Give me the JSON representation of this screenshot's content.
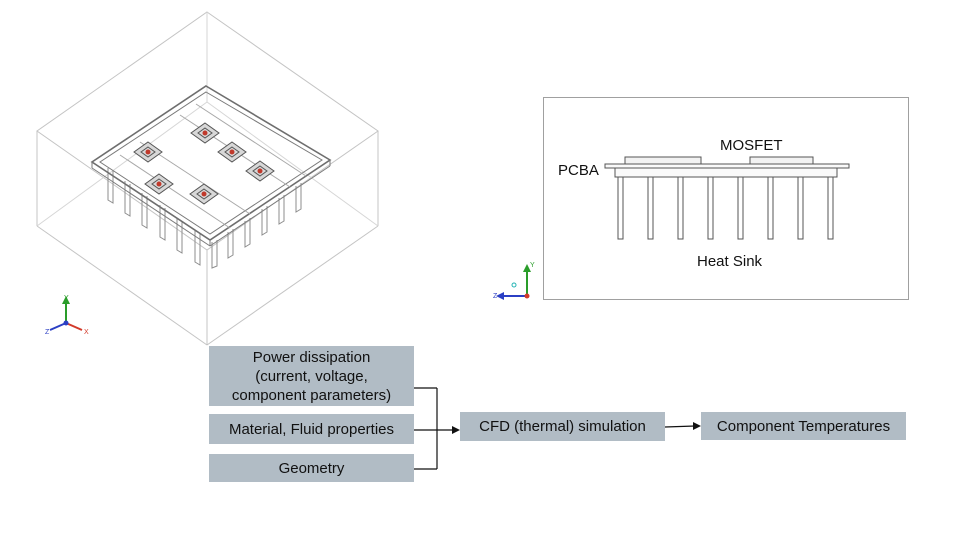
{
  "side_view": {
    "labels": {
      "mosfet": "MOSFET",
      "pcba": "PCBA",
      "heat_sink": "Heat Sink"
    },
    "axis_labels": {
      "y": "Y",
      "z": "Z"
    }
  },
  "iso_view": {
    "axis_labels": {
      "y": "Y",
      "z": "Z",
      "x": "X"
    }
  },
  "flow": {
    "inputs": [
      {
        "lines": [
          "Power dissipation",
          "(current, voltage,",
          "component parameters)"
        ]
      },
      {
        "lines": [
          "Material, Fluid properties"
        ]
      },
      {
        "lines": [
          "Geometry"
        ]
      }
    ],
    "process": "CFD (thermal) simulation",
    "output": "Component Temperatures"
  },
  "colors": {
    "box_fill": "#b1bcc5",
    "axis_y": "#2a9d2a",
    "axis_z": "#2b3fc4",
    "axis_x": "#d23a2a",
    "mosfet_mark": "#c0392b"
  }
}
